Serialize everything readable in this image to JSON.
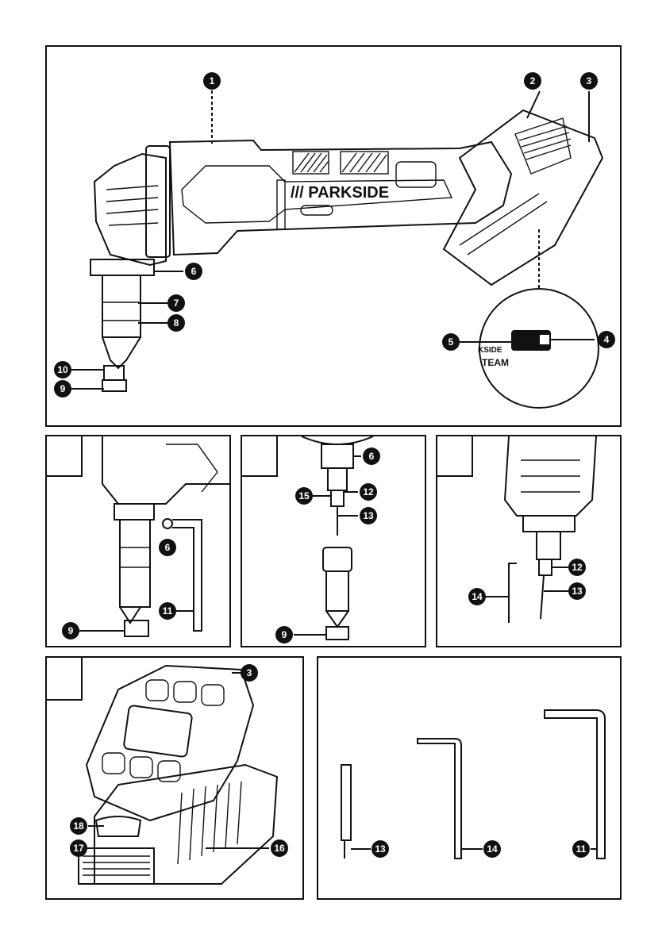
{
  "brand_text": "/// PARKSIDE",
  "detail_brand": "KSIDE",
  "detail_team": "TEAM",
  "callouts": {
    "n1": "1",
    "n2": "2",
    "n3": "3",
    "n4": "4",
    "n5": "5",
    "n6": "6",
    "n7": "7",
    "n8": "8",
    "n9": "9",
    "n10": "10",
    "n11": "11",
    "n12": "12",
    "n13": "13",
    "n14": "14",
    "n15": "15",
    "n16": "16",
    "n17": "17",
    "n18": "18"
  },
  "step_tabs": {
    "a": "",
    "b": "",
    "c": "",
    "d": ""
  }
}
